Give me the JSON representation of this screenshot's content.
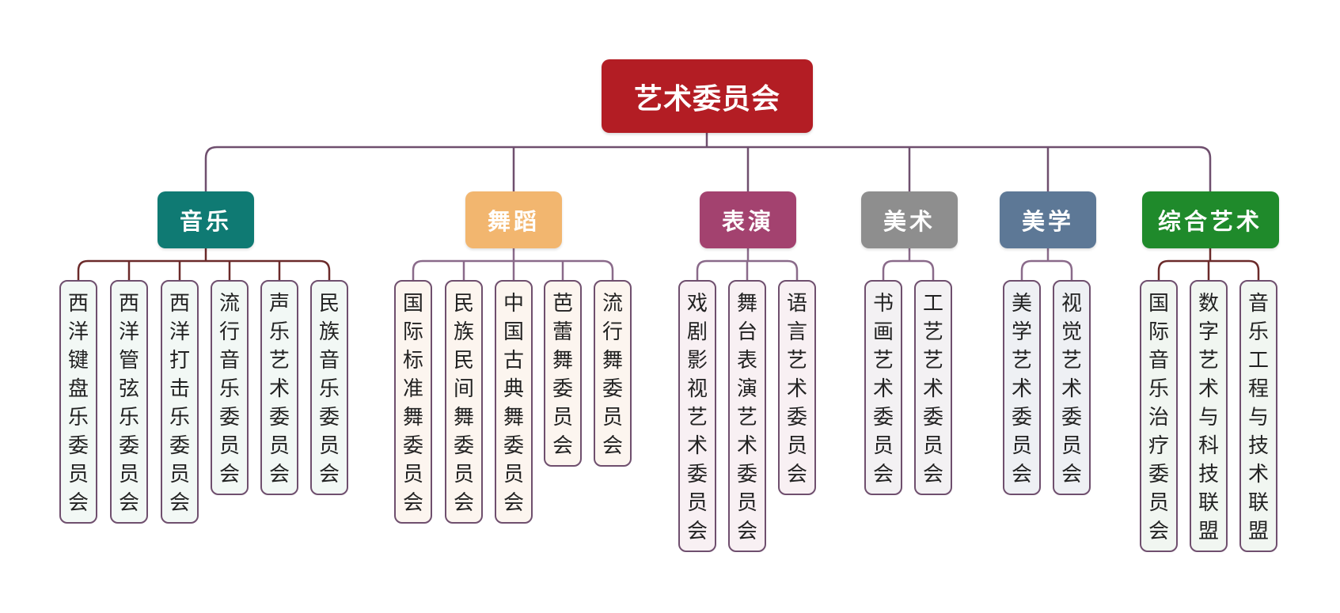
{
  "root": {
    "label": "艺术委员会",
    "color": "#b31d24"
  },
  "categories": [
    {
      "label": "音乐",
      "color": "#0f7a73",
      "children": [
        "西洋键盘乐委员会",
        "西洋管弦乐委员会",
        "西洋打击乐委员会",
        "流行音乐委员会",
        "声乐艺术委员会",
        "民族音乐委员会"
      ]
    },
    {
      "label": "舞蹈",
      "color": "#f2b66f",
      "children": [
        "国际标准舞委员会",
        "民族民间舞委员会",
        "中国古典舞委员会",
        "芭蕾舞委员会",
        "流行舞委员会"
      ]
    },
    {
      "label": "表演",
      "color": "#a3426f",
      "children": [
        "戏剧影视艺术委员会",
        "舞台表演艺术委员会",
        "语言艺术委员会"
      ]
    },
    {
      "label": "美术",
      "color": "#8e8e8e",
      "children": [
        "书画艺术委员会",
        "工艺艺术委员会"
      ]
    },
    {
      "label": "美学",
      "color": "#5d7896",
      "children": [
        "美学艺术委员会",
        "视觉艺术委员会"
      ]
    },
    {
      "label": "综合艺术",
      "color": "#1f8a2b",
      "children": [
        "国际音乐治疗委员会",
        "数字艺术与科技联盟",
        "音乐工程与技术联盟"
      ]
    }
  ]
}
